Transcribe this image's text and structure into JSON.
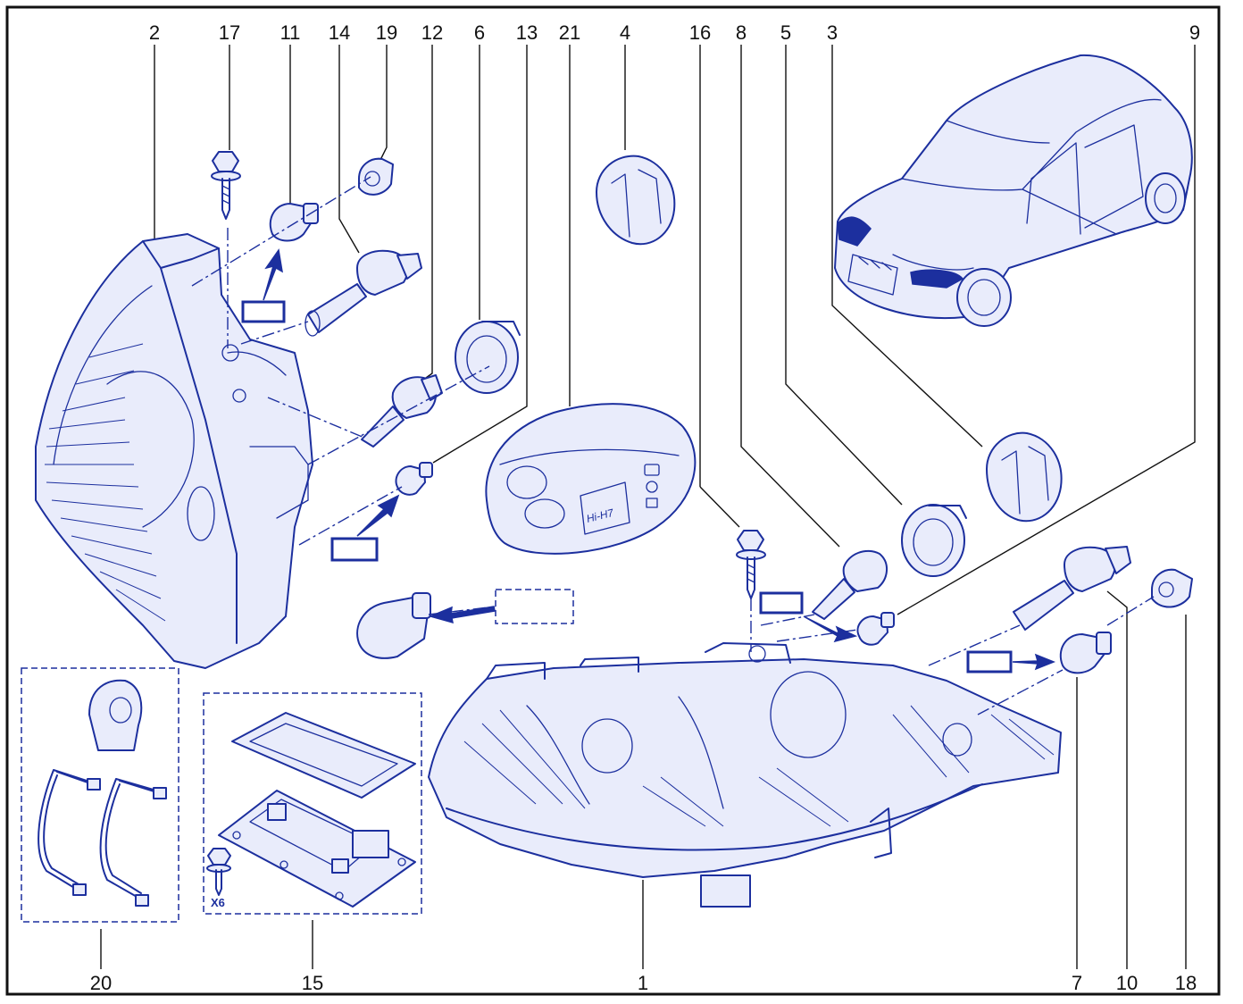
{
  "diagram": {
    "callouts": [
      "1",
      "2",
      "3",
      "4",
      "5",
      "6",
      "7",
      "8",
      "9",
      "10",
      "11",
      "12",
      "13",
      "14",
      "15",
      "16",
      "17",
      "18",
      "19",
      "20",
      "21"
    ],
    "box_15_quantity": "X6",
    "bulb_kit_label": "Hi-H7"
  },
  "colors": {
    "ink": "#1c2f9e",
    "frame": "#111111",
    "background": "#ffffff"
  }
}
